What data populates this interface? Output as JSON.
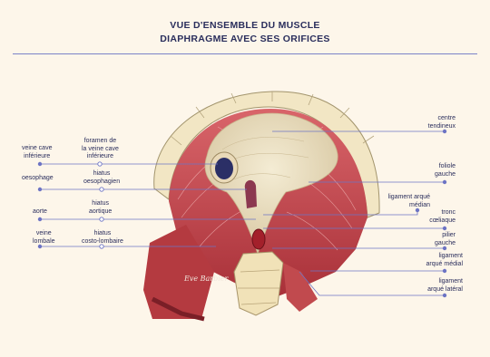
{
  "title": {
    "line1": "VUE D'ENSEMBLE DU MUSCLE",
    "line2": "DIAPHRAGME AVEC SES ORIFICES"
  },
  "labels": {
    "veine_cave_inferieure": [
      "veine cave",
      "inférieure"
    ],
    "foramen": [
      "foramen de",
      "la veine cave",
      "inférieure"
    ],
    "oesophage": [
      "oesophage"
    ],
    "hiatus_oesophagien": [
      "hiatus",
      "oesophagien"
    ],
    "aorte": [
      "aorte"
    ],
    "hiatus_aortique": [
      "hiatus",
      "aortique"
    ],
    "veine_lombale": [
      "veine",
      "lombale"
    ],
    "hiatus_costo_lombaire": [
      "hiatus",
      "costo-lombaire"
    ],
    "centre_tendineux": [
      "centre",
      "tendineux"
    ],
    "foliole_gauche": [
      "foliole",
      "gauche"
    ],
    "ligament_arque_median": [
      "ligament arqué",
      "médian"
    ],
    "tronc_coeliaque": [
      "tronc",
      "cœliaque"
    ],
    "pilier_gauche": [
      "pilier",
      "gauche"
    ],
    "ligament_arque_medial": [
      "ligament",
      "arqué médial"
    ],
    "ligament_arque_lateral": [
      "ligament",
      "arqué latéral"
    ]
  },
  "signature": "Eve Barbier",
  "colors": {
    "background": "#fdf6ea",
    "title": "#2a2e5c",
    "leader_line": "#6d74c4",
    "muscle": "#c8474c",
    "tendon": "#eadfc0",
    "bone": "#f2e6c4"
  }
}
